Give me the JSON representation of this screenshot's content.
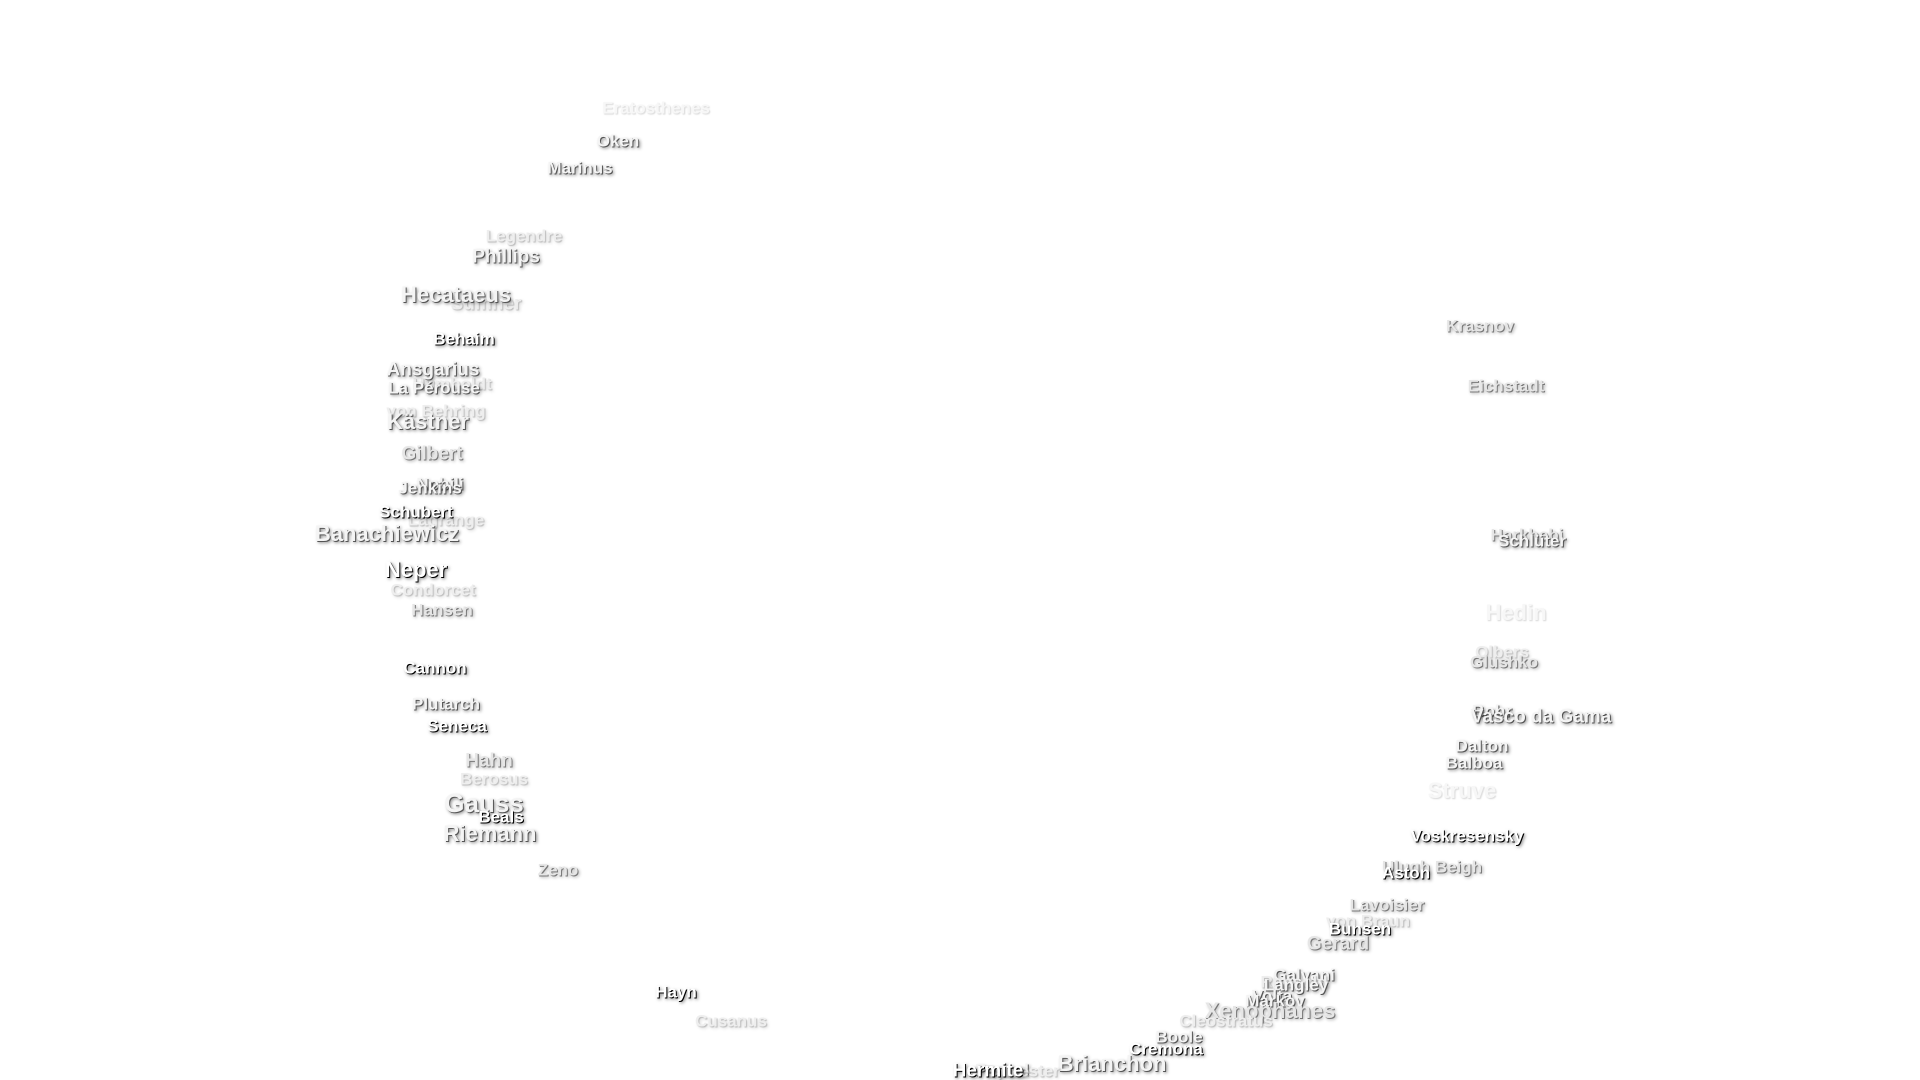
{
  "labels": [
    {
      "text": "Eratosthenes"
    },
    {
      "text": "Oken"
    },
    {
      "text": "Marinus"
    },
    {
      "text": "Legendre"
    },
    {
      "text": "Phillips"
    },
    {
      "text": "Sumner"
    },
    {
      "text": "Hecataeus"
    },
    {
      "text": "Behaim"
    },
    {
      "text": "Ansgarius"
    },
    {
      "text": "Humboldt"
    },
    {
      "text": "La Pérouse"
    },
    {
      "text": "von Behring"
    },
    {
      "text": "Kästner"
    },
    {
      "text": "Gilbert"
    },
    {
      "text": "Nobili"
    },
    {
      "text": "Jenkins"
    },
    {
      "text": "Schubert"
    },
    {
      "text": "Lagrange"
    },
    {
      "text": "Banachiewicz"
    },
    {
      "text": "Neper"
    },
    {
      "text": "Condorcet"
    },
    {
      "text": "Hansen"
    },
    {
      "text": "Cannon"
    },
    {
      "text": "Plutarch"
    },
    {
      "text": "Seneca"
    },
    {
      "text": "Hahn"
    },
    {
      "text": "Berosus"
    },
    {
      "text": "Gauss"
    },
    {
      "text": "Beals"
    },
    {
      "text": "Riemann"
    },
    {
      "text": "Zeno"
    },
    {
      "text": "Hayn"
    },
    {
      "text": "Cusanus"
    },
    {
      "text": "Krasnov"
    },
    {
      "text": "Eichstadt"
    },
    {
      "text": "Harkhebi"
    },
    {
      "text": "Schlüter"
    },
    {
      "text": "Hedin"
    },
    {
      "text": "Olbers"
    },
    {
      "text": "Glushko"
    },
    {
      "text": "Bohr"
    },
    {
      "text": "Vasco da Gama"
    },
    {
      "text": "Dalton"
    },
    {
      "text": "Balboa"
    },
    {
      "text": "Struve"
    },
    {
      "text": "Voskresensky"
    },
    {
      "text": "Ulugh Beigh"
    },
    {
      "text": "Aston"
    },
    {
      "text": "Lavoisier"
    },
    {
      "text": "von Braun"
    },
    {
      "text": "Bunsen"
    },
    {
      "text": "Gerard"
    },
    {
      "text": "Galvani"
    },
    {
      "text": "Repsold"
    },
    {
      "text": "Langley"
    },
    {
      "text": "Volta"
    },
    {
      "text": "Markov"
    },
    {
      "text": "Xenophanes"
    },
    {
      "text": "Cleostratus"
    },
    {
      "text": "Boole"
    },
    {
      "text": "Cremona"
    },
    {
      "text": "Brianchon"
    },
    {
      "text": "Pascal"
    },
    {
      "text": "Sylvester"
    },
    {
      "text": "Hermite"
    }
  ]
}
